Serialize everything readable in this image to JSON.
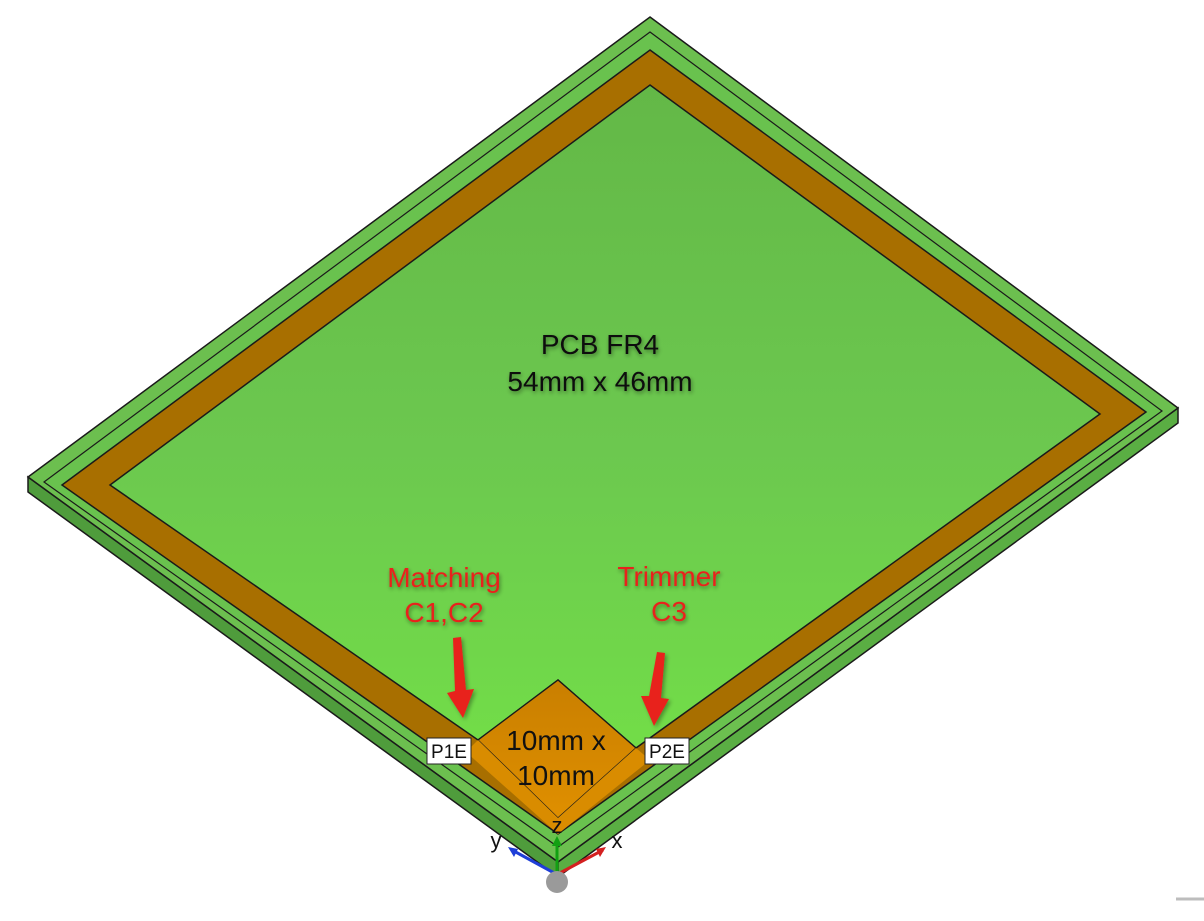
{
  "board": {
    "title": "PCB FR4",
    "size": "54mm x 46mm"
  },
  "patch": {
    "line1": "10mm x",
    "line2": "10mm"
  },
  "annotations": {
    "matching": {
      "line1": "Matching",
      "line2": "C1,C2"
    },
    "trimmer": {
      "line1": "Trimmer",
      "line2": "C3"
    }
  },
  "ports": {
    "p1": "P1E",
    "p2": "P2E"
  },
  "axes": {
    "x": "x",
    "y": "y",
    "z": "z"
  },
  "colors": {
    "substrate": "#6cbf4f",
    "substrate_top": "#6ed24c",
    "copper": "#a86f00",
    "copper_light": "#d98c00",
    "annotation_red": "#e8211d",
    "axis_x": "#d42020",
    "axis_y": "#1f3fd8",
    "axis_z": "#12a012"
  }
}
